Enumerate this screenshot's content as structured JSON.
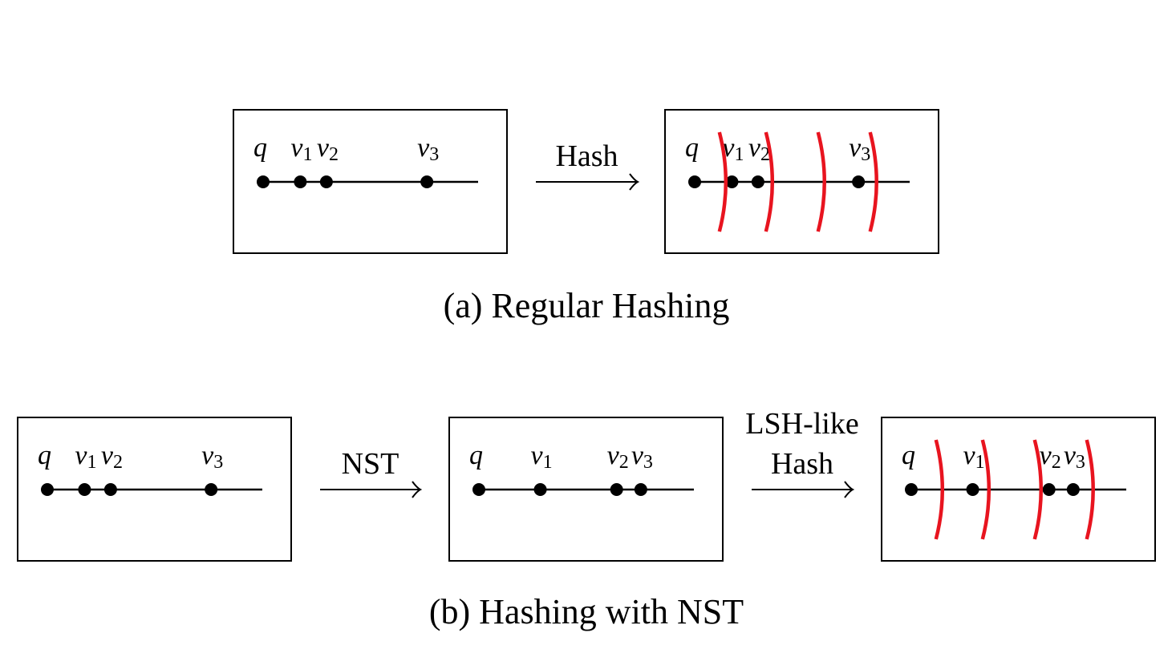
{
  "figure": {
    "panel_a": {
      "caption": "(a) Regular Hashing",
      "arrow_label": [
        "Hash"
      ],
      "boxes": [
        {
          "name": "before",
          "points": [
            {
              "var": "q",
              "sub": "",
              "pos": 0.0
            },
            {
              "var": "v",
              "sub": "1",
              "pos": 0.2
            },
            {
              "var": "v",
              "sub": "2",
              "pos": 0.34
            },
            {
              "var": "v",
              "sub": "3",
              "pos": 0.88
            }
          ],
          "hash_boundaries": []
        },
        {
          "name": "after",
          "points": [
            {
              "var": "q",
              "sub": "",
              "pos": 0.0
            },
            {
              "var": "v",
              "sub": "1",
              "pos": 0.2
            },
            {
              "var": "v",
              "sub": "2",
              "pos": 0.34
            },
            {
              "var": "v",
              "sub": "3",
              "pos": 0.88
            }
          ],
          "hash_boundaries": [
            0.15,
            0.4,
            0.68,
            0.96
          ]
        }
      ]
    },
    "panel_b": {
      "caption": "(b) Hashing with NST",
      "arrow_labels": [
        [
          "NST"
        ],
        [
          "LSH-like",
          "Hash"
        ]
      ],
      "boxes": [
        {
          "name": "original",
          "points": [
            {
              "var": "q",
              "sub": "",
              "pos": 0.0
            },
            {
              "var": "v",
              "sub": "1",
              "pos": 0.2
            },
            {
              "var": "v",
              "sub": "2",
              "pos": 0.34
            },
            {
              "var": "v",
              "sub": "3",
              "pos": 0.88
            }
          ],
          "hash_boundaries": []
        },
        {
          "name": "after-nst",
          "points": [
            {
              "var": "q",
              "sub": "",
              "pos": 0.0
            },
            {
              "var": "v",
              "sub": "1",
              "pos": 0.33
            },
            {
              "var": "v",
              "sub": "2",
              "pos": 0.74
            },
            {
              "var": "v",
              "sub": "3",
              "pos": 0.87
            }
          ],
          "hash_boundaries": []
        },
        {
          "name": "after-lsh",
          "points": [
            {
              "var": "q",
              "sub": "",
              "pos": 0.0
            },
            {
              "var": "v",
              "sub": "1",
              "pos": 0.33
            },
            {
              "var": "v",
              "sub": "2",
              "pos": 0.74
            },
            {
              "var": "v",
              "sub": "3",
              "pos": 0.87
            }
          ],
          "hash_boundaries": [
            0.15,
            0.4,
            0.68,
            0.96
          ]
        }
      ]
    },
    "colors": {
      "ink": "#000000",
      "hash_boundary": "#e8141f"
    }
  }
}
